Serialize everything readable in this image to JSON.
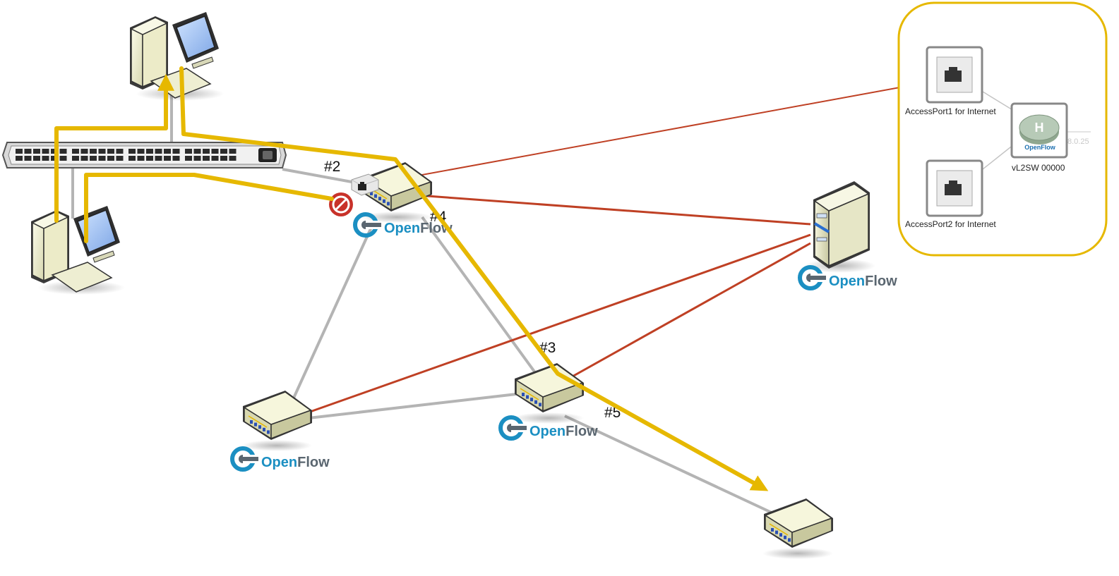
{
  "colors": {
    "highlight": "#e6b800",
    "flow_link": "#bf4024",
    "phys_link": "#b4b4b4",
    "openflow_blue": "#1b8fc2",
    "openflow_gray": "#5a6670"
  },
  "port_labels": {
    "p2": "#2",
    "p3": "#3",
    "p4": "#4",
    "p5": "#5"
  },
  "openflow": {
    "prefix": "Open",
    "suffix": "Flow",
    "small": "OpenFlow"
  },
  "inset_panel": {
    "access_port_1": "AccessPort1 for Internet",
    "access_port_2": "AccessPort2 for Internet",
    "vswitch": "vL2SW 00000",
    "ip_fragment": "8.0.25"
  },
  "icons": {
    "pc": "desktop-computer-icon",
    "rack_switch": "rack-switch-icon",
    "openflow_switch": "openflow-switch-icon",
    "server": "server-tower-icon",
    "blocked": "blocked-icon",
    "port": "ethernet-port-icon",
    "router": "router-icon"
  }
}
